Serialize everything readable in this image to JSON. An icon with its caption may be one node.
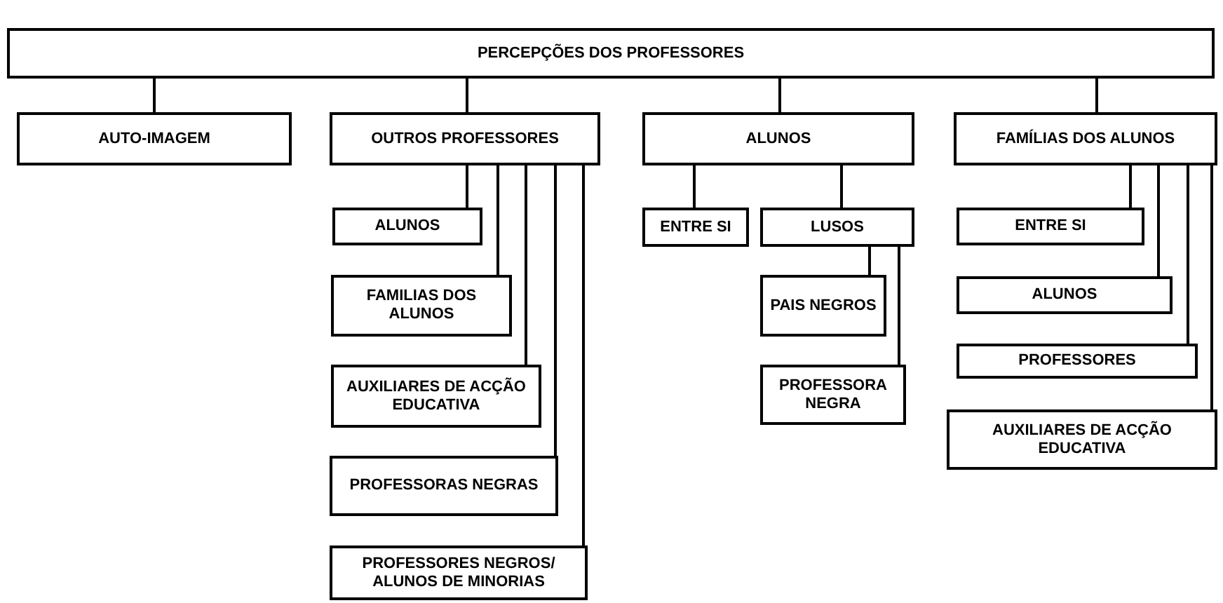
{
  "diagram": {
    "nodes": [
      {
        "text": [
          "PERCEPÇÕES DOS PROFESSORES"
        ]
      },
      {
        "text": [
          "AUTO-IMAGEM"
        ]
      },
      {
        "text": [
          "OUTROS PROFESSORES"
        ]
      },
      {
        "text": [
          "ALUNOS"
        ]
      },
      {
        "text": [
          "FAMÍLIAS DOS ALUNOS"
        ]
      },
      {
        "text": [
          "ALUNOS"
        ]
      },
      {
        "text": [
          "FAMILIAS DOS ALUNOS"
        ]
      },
      {
        "text": [
          "AUXILIARES DE ACÇÃO EDUCATIVA"
        ]
      },
      {
        "text": [
          "PROFESSORAS NEGRAS"
        ]
      },
      {
        "text": [
          "PROFESSORES NEGROS/ ALUNOS DE MINORIAS"
        ]
      },
      {
        "text": [
          "ENTRE SI"
        ]
      },
      {
        "text": [
          "LUSOS"
        ]
      },
      {
        "text": [
          "PAIS NEGROS"
        ]
      },
      {
        "text": [
          "PROFESSORA NEGRA"
        ]
      },
      {
        "text": [
          "ENTRE SI"
        ]
      },
      {
        "text": [
          "ALUNOS"
        ]
      },
      {
        "text": [
          "PROFESSORES"
        ]
      },
      {
        "text": [
          "AUXILIARES DE ACÇÃO EDUCATIVA"
        ]
      }
    ],
    "edges": [
      {
        "from": 0,
        "to": 1,
        "arrow": "none"
      },
      {
        "from": 0,
        "to": 2,
        "arrow": "none"
      },
      {
        "from": 0,
        "to": 3,
        "arrow": "none"
      },
      {
        "from": 0,
        "to": 4,
        "arrow": "none"
      },
      {
        "from": 2,
        "to": 5,
        "arrow": "none"
      },
      {
        "from": 2,
        "to": 6,
        "arrow": "none"
      },
      {
        "from": 2,
        "to": 7,
        "arrow": "none"
      },
      {
        "from": 2,
        "to": 8,
        "arrow": "none"
      },
      {
        "from": 2,
        "to": 9,
        "arrow": "none"
      },
      {
        "from": 3,
        "to": 10,
        "arrow": "none"
      },
      {
        "from": 3,
        "to": 11,
        "arrow": "none"
      },
      {
        "from": 11,
        "to": 12,
        "arrow": "none"
      },
      {
        "from": 11,
        "to": 13,
        "arrow": "none"
      },
      {
        "from": 4,
        "to": 14,
        "arrow": "none"
      },
      {
        "from": 4,
        "to": 15,
        "arrow": "none"
      },
      {
        "from": 4,
        "to": 16,
        "arrow": "none"
      },
      {
        "from": 4,
        "to": 17,
        "arrow": "none"
      }
    ]
  }
}
